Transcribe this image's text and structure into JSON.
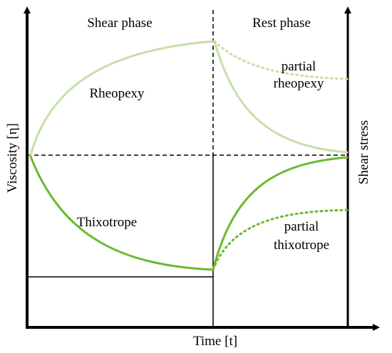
{
  "labels": {
    "shear_phase": "Shear phase",
    "rest_phase": "Rest phase",
    "rheopexy": "Rheopexy",
    "partial_rheopexy_line1": "partial",
    "partial_rheopexy_line2": "rheopexy",
    "thixotrope": "Thixotrope",
    "partial_thixotrope_line1": "partial",
    "partial_thixotrope_line2": "thixotrope",
    "y_axis": "Viscosity [η]",
    "x_axis": "Time [t]",
    "right_axis": "Shear stress"
  },
  "colors": {
    "rheopexy": "#c5e0a5",
    "thixotrope": "#6ab92e",
    "axes": "#000000"
  }
}
